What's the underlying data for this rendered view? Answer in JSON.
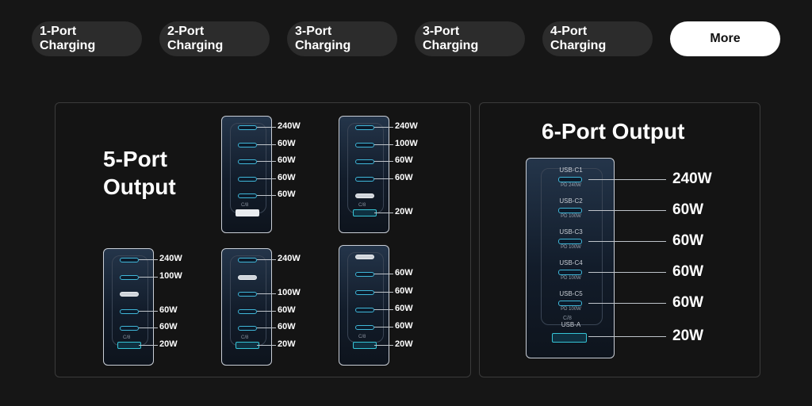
{
  "tabs": [
    {
      "label": "1-Port Charging",
      "active": false
    },
    {
      "label": "2-Port Charging",
      "active": false
    },
    {
      "label": "3-Port Charging",
      "active": false
    },
    {
      "label": "3-Port Charging",
      "active": false
    },
    {
      "label": "4-Port Charging",
      "active": false
    },
    {
      "label": "More",
      "active": true
    }
  ],
  "five_port": {
    "title_line1": "5-Port",
    "title_line2": "Output",
    "chargers": [
      {
        "ports": [
          {
            "w": "240W"
          },
          {
            "w": "60W"
          },
          {
            "w": "60W"
          },
          {
            "w": "60W"
          },
          {
            "w": "60W"
          },
          {
            "w": "",
            "type": "A",
            "off": true
          }
        ],
        "logo": "C/8"
      },
      {
        "ports": [
          {
            "w": "240W"
          },
          {
            "w": "100W"
          },
          {
            "w": "60W"
          },
          {
            "w": "60W"
          },
          {
            "w": "",
            "off": true
          },
          {
            "w": "20W",
            "type": "A"
          }
        ],
        "logo": "C/8"
      },
      {
        "ports": [
          {
            "w": "240W"
          },
          {
            "w": "100W"
          },
          {
            "w": "",
            "off": true
          },
          {
            "w": "60W"
          },
          {
            "w": "60W"
          },
          {
            "w": "20W",
            "type": "A"
          }
        ],
        "logo": "C/8"
      },
      {
        "ports": [
          {
            "w": "240W"
          },
          {
            "w": "",
            "off": true
          },
          {
            "w": "100W"
          },
          {
            "w": "60W"
          },
          {
            "w": "60W"
          },
          {
            "w": "20W",
            "type": "A"
          }
        ],
        "logo": "C/8"
      },
      {
        "ports": [
          {
            "w": "",
            "off": true
          },
          {
            "w": "60W"
          },
          {
            "w": "60W"
          },
          {
            "w": "60W"
          },
          {
            "w": "60W"
          },
          {
            "w": "20W",
            "type": "A"
          }
        ],
        "logo": "C/8"
      }
    ]
  },
  "six_port": {
    "title": "6-Port Output",
    "ports": [
      {
        "name": "USB-C1",
        "sub": "PD 240W",
        "w": "240W"
      },
      {
        "name": "USB-C2",
        "sub": "PD 100W",
        "w": "60W"
      },
      {
        "name": "USB-C3",
        "sub": "PD 100W",
        "w": "60W"
      },
      {
        "name": "USB-C4",
        "sub": "PD 100W",
        "w": "60W"
      },
      {
        "name": "USB-C5",
        "sub": "PD 100W",
        "w": "60W"
      },
      {
        "name": "USB-A",
        "sub": "",
        "w": "20W",
        "type": "A"
      }
    ],
    "logo": "C/8"
  }
}
